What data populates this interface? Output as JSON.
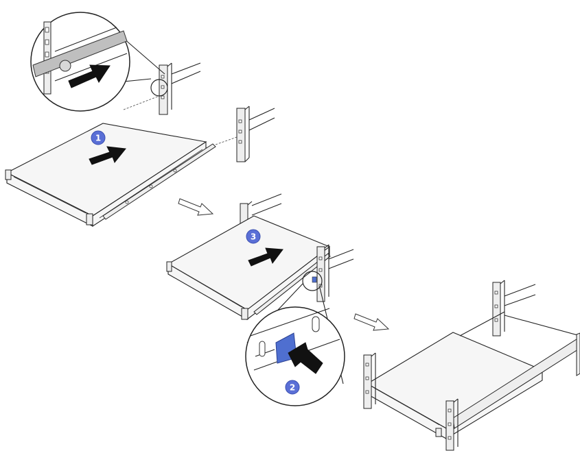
{
  "diagram": {
    "steps": [
      {
        "number": "1",
        "color": "#5a6fd6"
      },
      {
        "number": "2",
        "color": "#5a6fd6"
      },
      {
        "number": "3",
        "color": "#5a6fd6"
      }
    ],
    "colors": {
      "badge": "#5a6fd6",
      "release_tab": "#4f6fd0",
      "push_arrow": "#111111",
      "flow_arrow": "#ffffff",
      "line": "#222222"
    },
    "icons": [
      "push-arrow-icon",
      "flow-arrow-icon",
      "release-tab-icon",
      "callout-magnifier"
    ]
  }
}
